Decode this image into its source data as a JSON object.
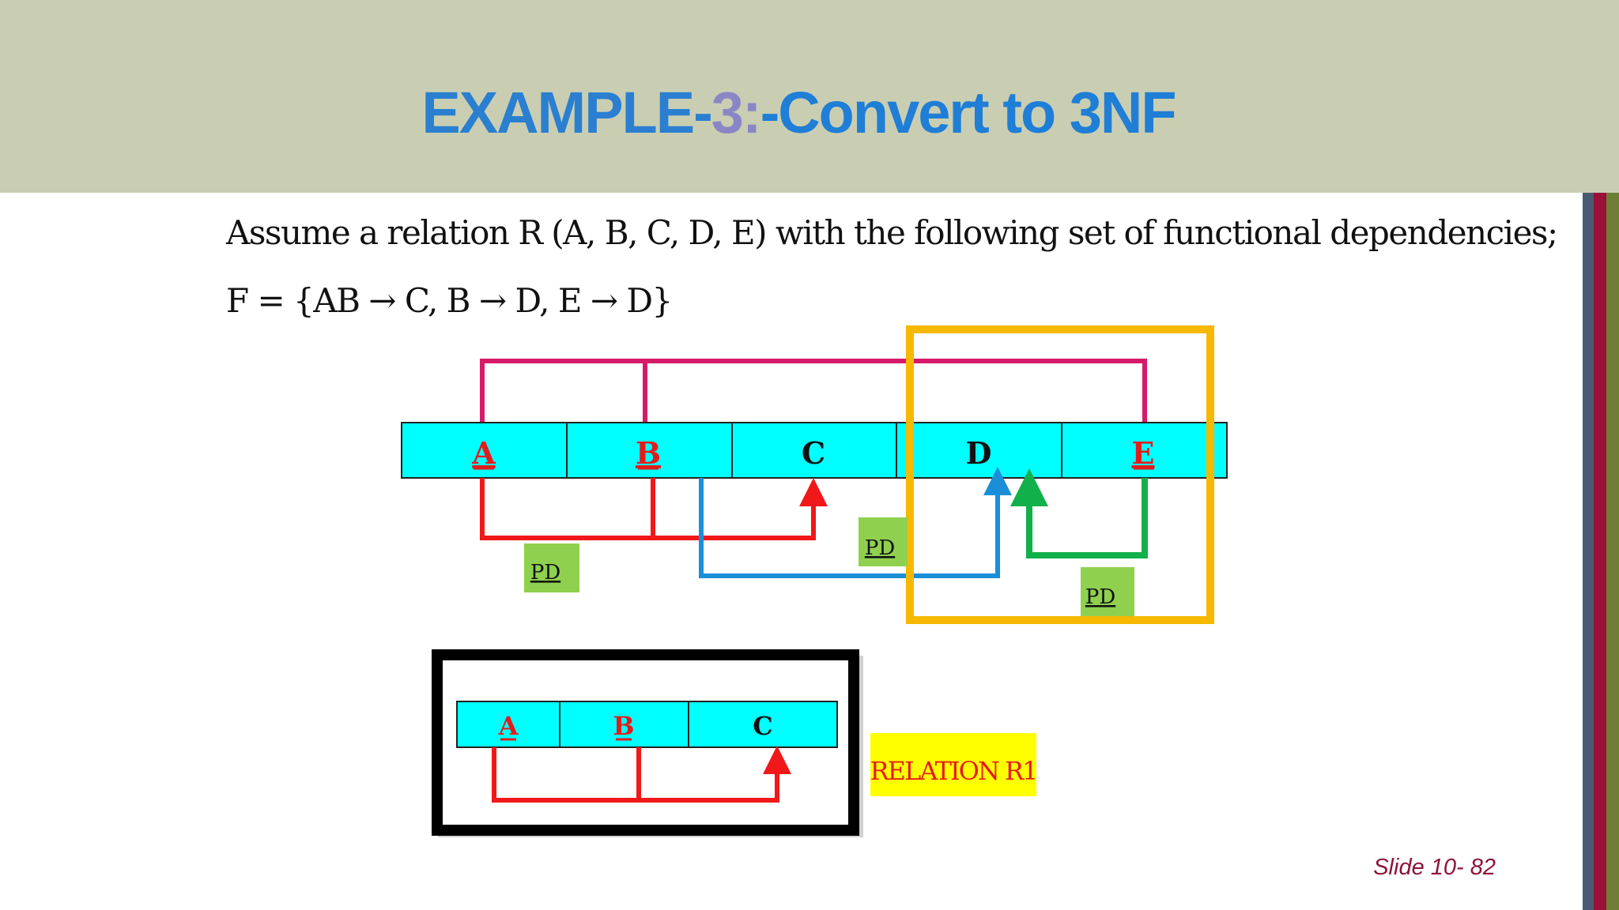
{
  "slide": {
    "title_part1": "EXAMPLE-",
    "title_part2": "3:",
    "title_part3": "-Convert to 3NF",
    "statement": "Assume a relation R (A, B, C, D, E) with the following set of functional dependencies;",
    "fd_set": "F = {AB → C, B → D, E → D}",
    "slide_number": "Slide 10- 82"
  },
  "diagram": {
    "attributes": [
      {
        "name": "A",
        "key": true
      },
      {
        "name": "B",
        "key": true
      },
      {
        "name": "C",
        "key": false
      },
      {
        "name": "D",
        "key": false
      },
      {
        "name": "E",
        "key": true
      }
    ],
    "dependency_labels": [
      "PD",
      "PD",
      "PD"
    ],
    "relation_r1": {
      "attributes": [
        {
          "name": "A",
          "key": true
        },
        {
          "name": "B",
          "key": true
        },
        {
          "name": "C",
          "key": false
        }
      ],
      "label": "RELATION R1"
    }
  },
  "colors": {
    "title_band": "#c9ceb3",
    "cell_fill": "#00ffff",
    "key_text": "#e51b1b",
    "arrow_red": "#f01818",
    "arrow_blue": "#1a8fd8",
    "arrow_green": "#12b04a",
    "bracket_magenta": "#d61a6a",
    "highlight_box": "#f6b800",
    "pd_box": "#8fd14f",
    "relation_label_bg": "#ffff00"
  }
}
